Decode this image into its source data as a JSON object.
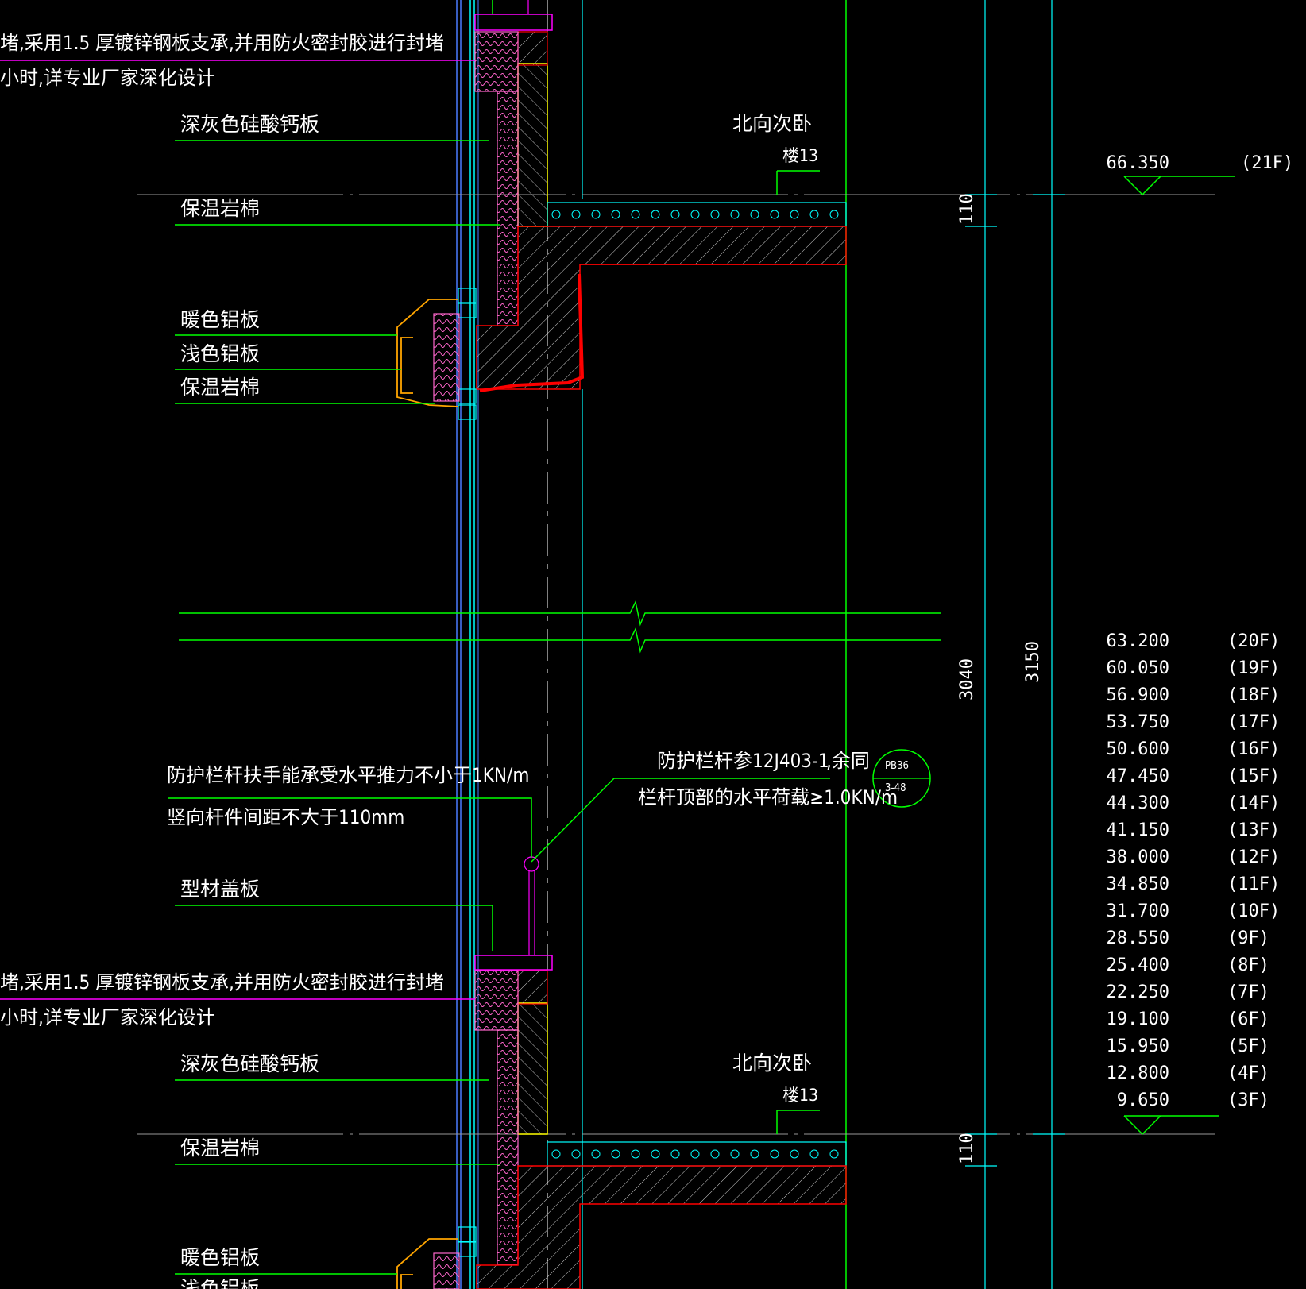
{
  "notes_top": {
    "line1": "堵,采用1.5 厚镀锌钢板支承,并用防火密封胶进行封堵",
    "line2": "小时,详专业厂家深化设计"
  },
  "notes_bottom": {
    "line1": "堵,采用1.5 厚镀锌钢板支承,并用防火密封胶进行封堵",
    "line2": "小时,详专业厂家深化设计"
  },
  "labels_top": {
    "calcium_board": "深灰色硅酸钙板",
    "rockwool_1": "保温岩棉",
    "warm_al": "暖色铝板",
    "light_al": "浅色铝板",
    "rockwool_2": "保温岩棉"
  },
  "labels_mid": {
    "railing_note_1": "防护栏杆扶手能承受水平推力不小于1KN/m",
    "railing_note_2": "竖向杆件间距不大于110mm",
    "profile_cover": "型材盖板",
    "railing_ref": "防护栏杆参12J403-1",
    "railing_ref_tail": ",余同",
    "railing_load": "栏杆顶部的水平荷载≥1.0KN/m",
    "detail_top": "PB36",
    "detail_bottom": "3-48"
  },
  "labels_bottom": {
    "calcium_board": "深灰色硅酸钙板",
    "rockwool_1": "保温岩棉",
    "warm_al": "暖色铝板",
    "light_al_cut": "浅色铝板"
  },
  "room_top": {
    "name": "北向次卧",
    "floor_tag": "楼13"
  },
  "room_bottom": {
    "name": "北向次卧",
    "floor_tag": "楼13"
  },
  "dimensions": {
    "slab_top": "110",
    "slab_bottom": "110",
    "clear": "3040",
    "storey": "3150"
  },
  "elevation_top": {
    "value": "66.350",
    "floor": "(21F)"
  },
  "elevations": [
    {
      "value": "63.200",
      "floor": "(20F)"
    },
    {
      "value": "60.050",
      "floor": "(19F)"
    },
    {
      "value": "56.900",
      "floor": "(18F)"
    },
    {
      "value": "53.750",
      "floor": "(17F)"
    },
    {
      "value": "50.600",
      "floor": "(16F)"
    },
    {
      "value": "47.450",
      "floor": "(15F)"
    },
    {
      "value": "44.300",
      "floor": "(14F)"
    },
    {
      "value": "41.150",
      "floor": "(13F)"
    },
    {
      "value": "38.000",
      "floor": "(12F)"
    },
    {
      "value": "34.850",
      "floor": "(11F)"
    },
    {
      "value": "31.700",
      "floor": "(10F)"
    },
    {
      "value": "28.550",
      "floor": "(9F)"
    },
    {
      "value": "25.400",
      "floor": "(8F)"
    },
    {
      "value": "22.250",
      "floor": "(7F)"
    },
    {
      "value": "19.100",
      "floor": "(6F)"
    },
    {
      "value": "15.950",
      "floor": "(5F)"
    },
    {
      "value": "12.800",
      "floor": "(4F)"
    },
    {
      "value": "9.650",
      "floor": "(3F)"
    }
  ],
  "colors": {
    "background": "#000000",
    "leader_green": "#00ff00",
    "magenta": "#ff00ff",
    "cyan": "#00ffff",
    "red": "#ff0000",
    "orange": "#ffa500",
    "yellow": "#ffff00",
    "pink": "#ff66cc",
    "white": "#ffffff",
    "blue": "#4a7cff"
  }
}
